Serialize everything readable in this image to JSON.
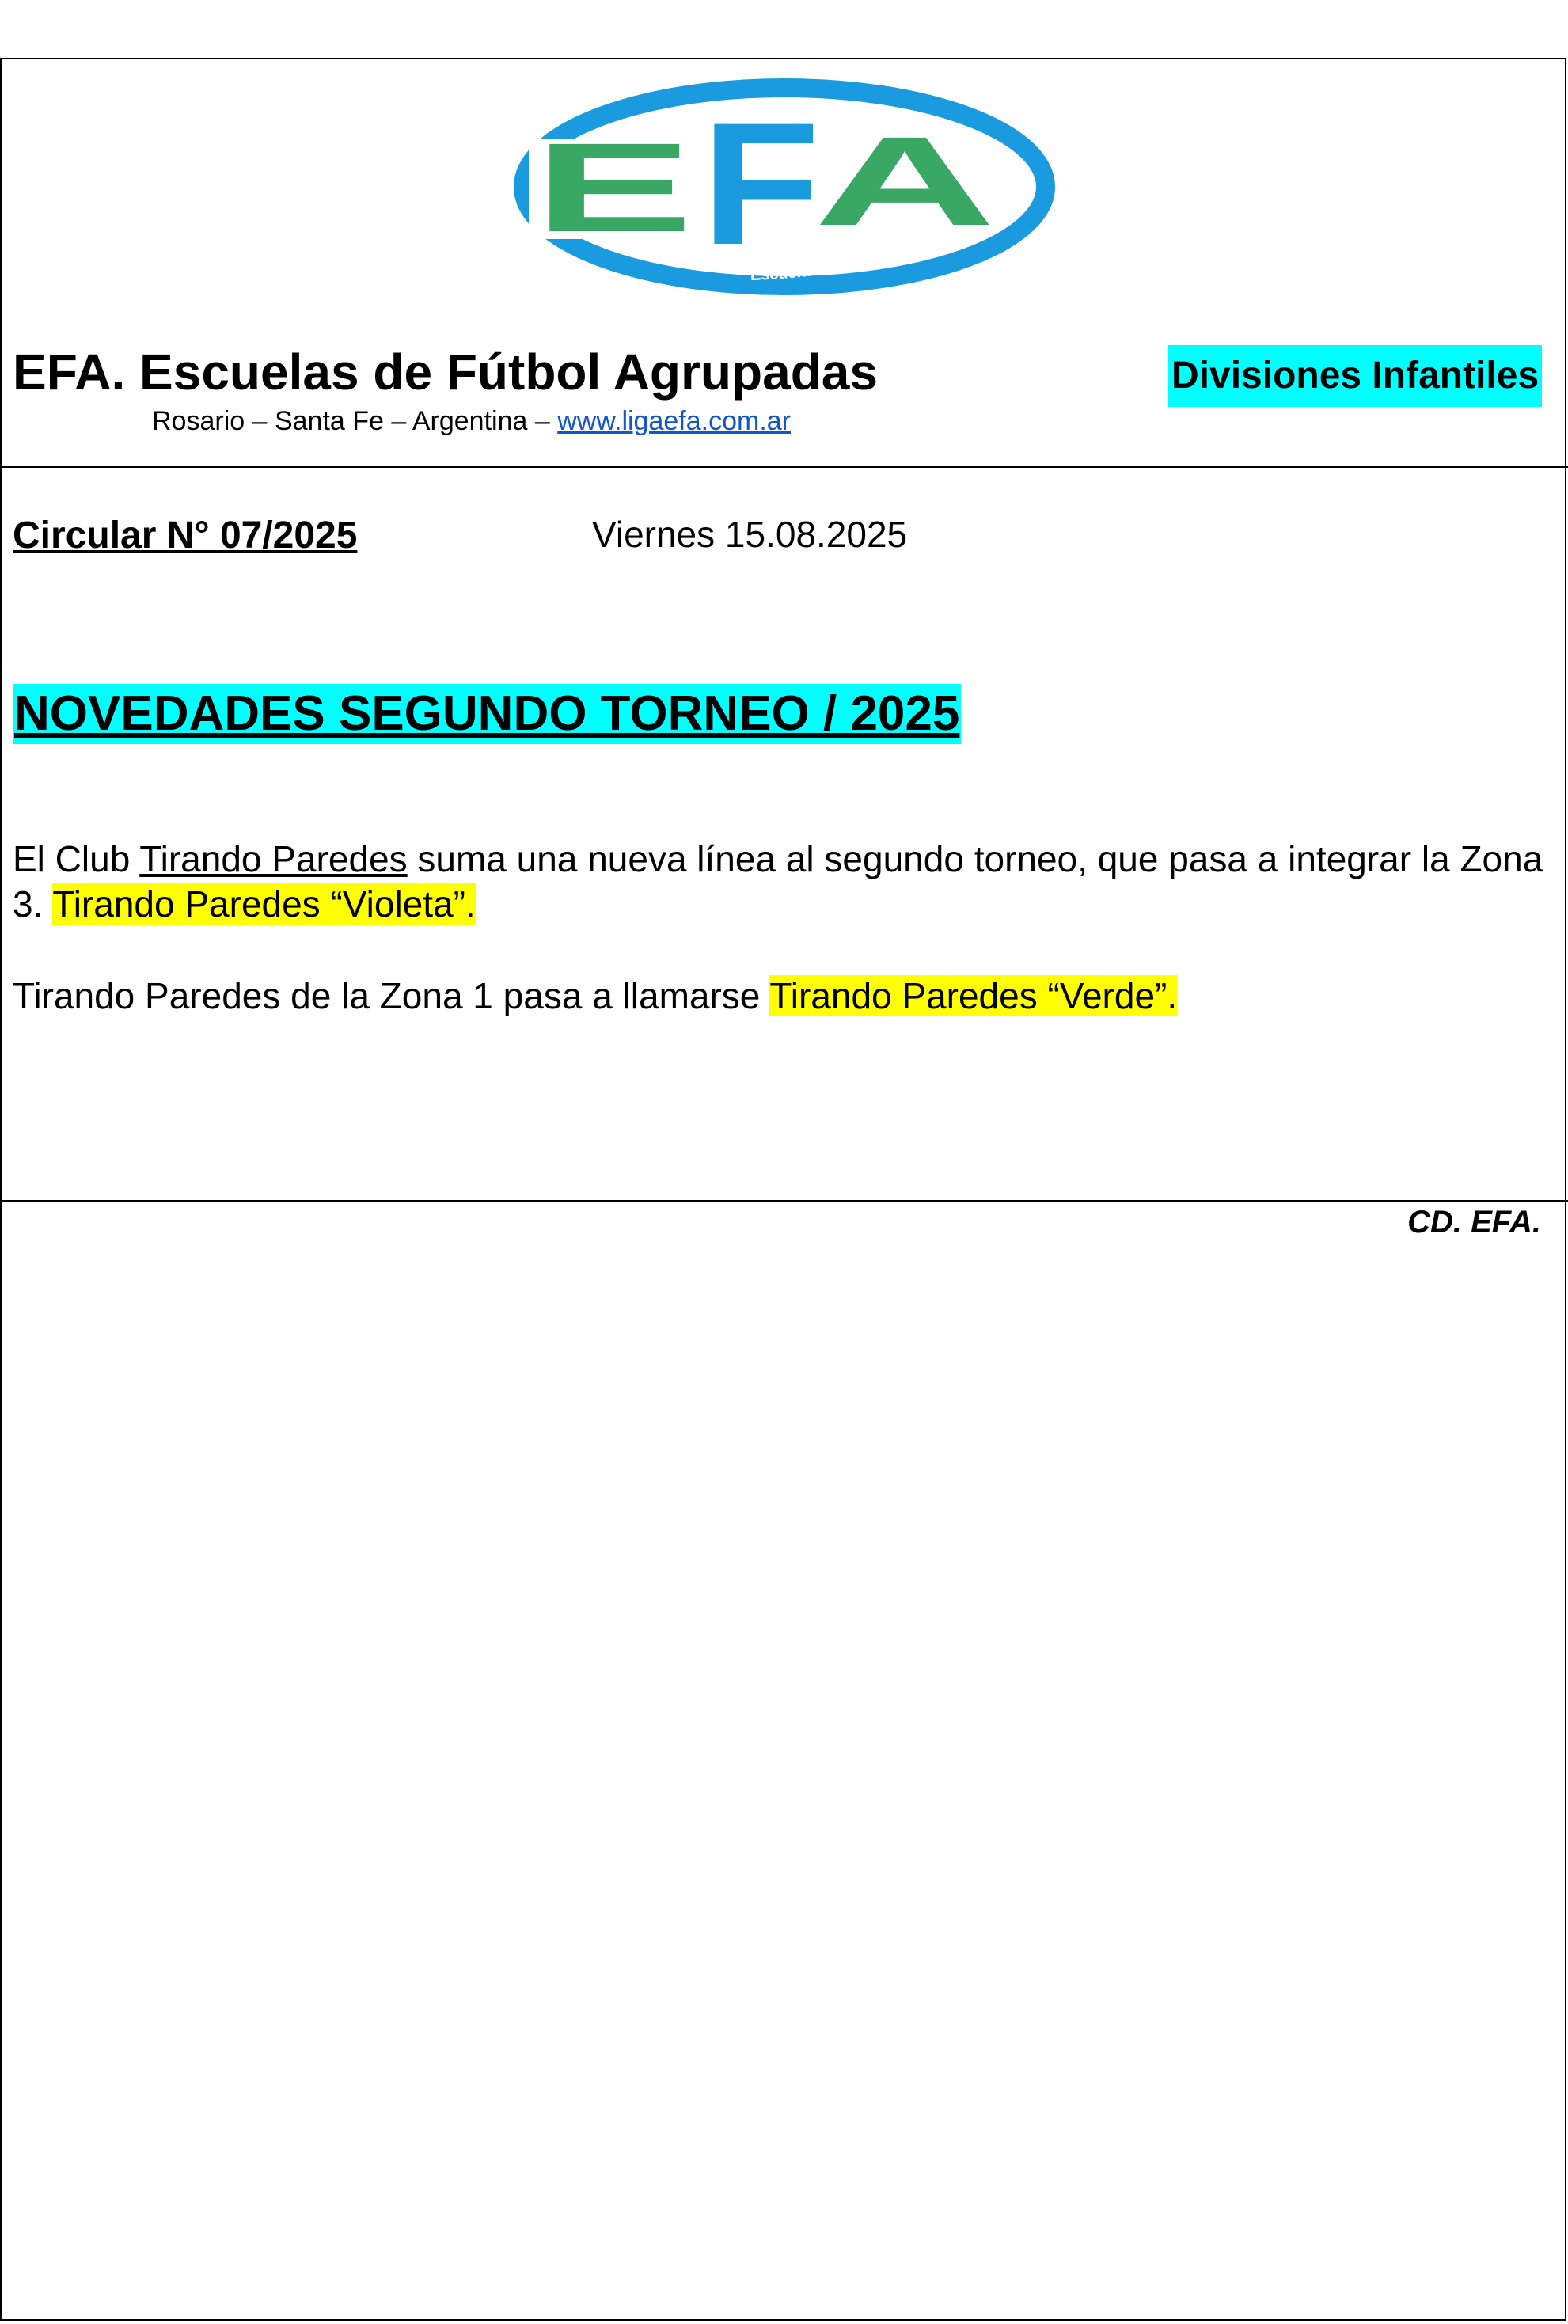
{
  "header": {
    "logo_text": "EFA",
    "logo_tagline": "Escuela de fútbol agrupadas",
    "title": "EFA. Escuelas de Fútbol Agrupadas",
    "subtitle_location": "Rosario – Santa Fe – Argentina –",
    "website": "www.ligaefa.com.ar",
    "division": "Divisiones Infantiles"
  },
  "circular": {
    "number": "Circular N° 07/2025",
    "date": "Viernes 15.08.2025"
  },
  "headline": "NOVEDADES SEGUNDO TORNEO / 2025",
  "paragraphs": {
    "p1_prefix": "El Club ",
    "p1_club": "Tirando Paredes",
    "p1_middle": " suma una nueva línea al segundo torneo, que pasa a integrar la Zona 3. ",
    "p1_highlight": "Tirando Paredes “Violeta”.",
    "p2_prefix": "Tirando Paredes de la Zona 1 pasa a llamarse ",
    "p2_highlight": "Tirando Paredes “Verde”."
  },
  "signature": "CD. EFA.",
  "colors": {
    "logo_blue": "#1a9be0",
    "logo_green": "#3aa865",
    "highlight_cyan": "#00ffff",
    "highlight_yellow": "#ffff00",
    "link_blue": "#1155cc"
  }
}
